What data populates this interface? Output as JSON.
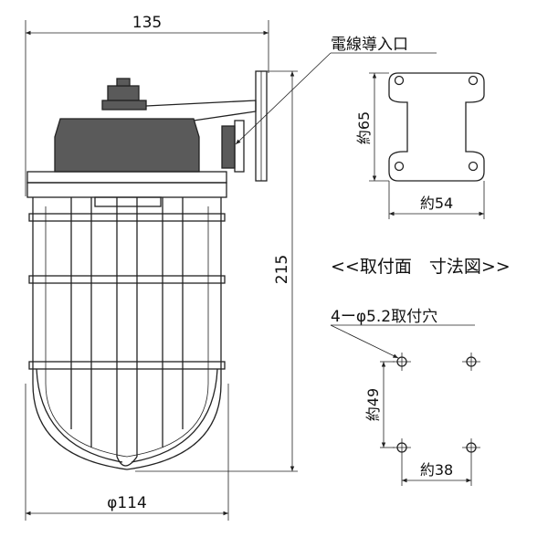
{
  "dimensions": {
    "overall_width": "135",
    "height": "215",
    "diameter": "φ114"
  },
  "labels": {
    "wire_entry": "電線導入口",
    "plate_height": "約65",
    "plate_width": "約54",
    "section_title": "<<取付面　寸法図>>",
    "holes": "4ーφ5.2取付穴",
    "hole_vertical": "約49",
    "hole_horizontal": "約38"
  },
  "colors": {
    "line": "#222222",
    "body_fill": "#5a5a5a"
  }
}
